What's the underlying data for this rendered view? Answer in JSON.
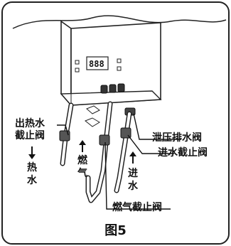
{
  "labels": {
    "outlet_valve": [
      "出热水",
      "截止阀"
    ],
    "hot_water": [
      "热",
      "水"
    ],
    "gas": [
      "燃",
      "气"
    ],
    "inlet": [
      "进",
      "水"
    ],
    "relief_valve": "泄压排水阀",
    "inlet_valve": "进水截止阀",
    "gas_valve": "燃气截止阀"
  },
  "display": {
    "digits": "888"
  },
  "figure_caption": "图5"
}
